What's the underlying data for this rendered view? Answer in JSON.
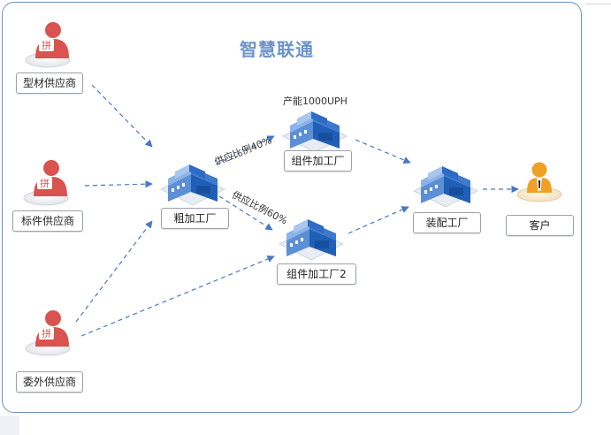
{
  "title": "智慧联通",
  "nodes": {
    "supplier_profile": "型材供应商",
    "supplier_standard": "标件供应商",
    "supplier_outsource": "委外供应商",
    "rough_factory": "粗加工厂",
    "assembly_factory_1": "组件加工厂",
    "assembly_factory_2": "组件加工厂2",
    "final_factory": "装配工厂",
    "customer": "客户"
  },
  "annotations": {
    "capacity": "产能1000UPH",
    "ratio_40": "供应比例40%",
    "ratio_60": "供应比例60%"
  },
  "icon_badge": "拼",
  "colors": {
    "frame": "#6f8fc4",
    "title": "#6d93c9",
    "arrow": "#4a78c2",
    "person": "#d9534f",
    "customer": "#f0a025",
    "factory": "#2e6fc4"
  }
}
